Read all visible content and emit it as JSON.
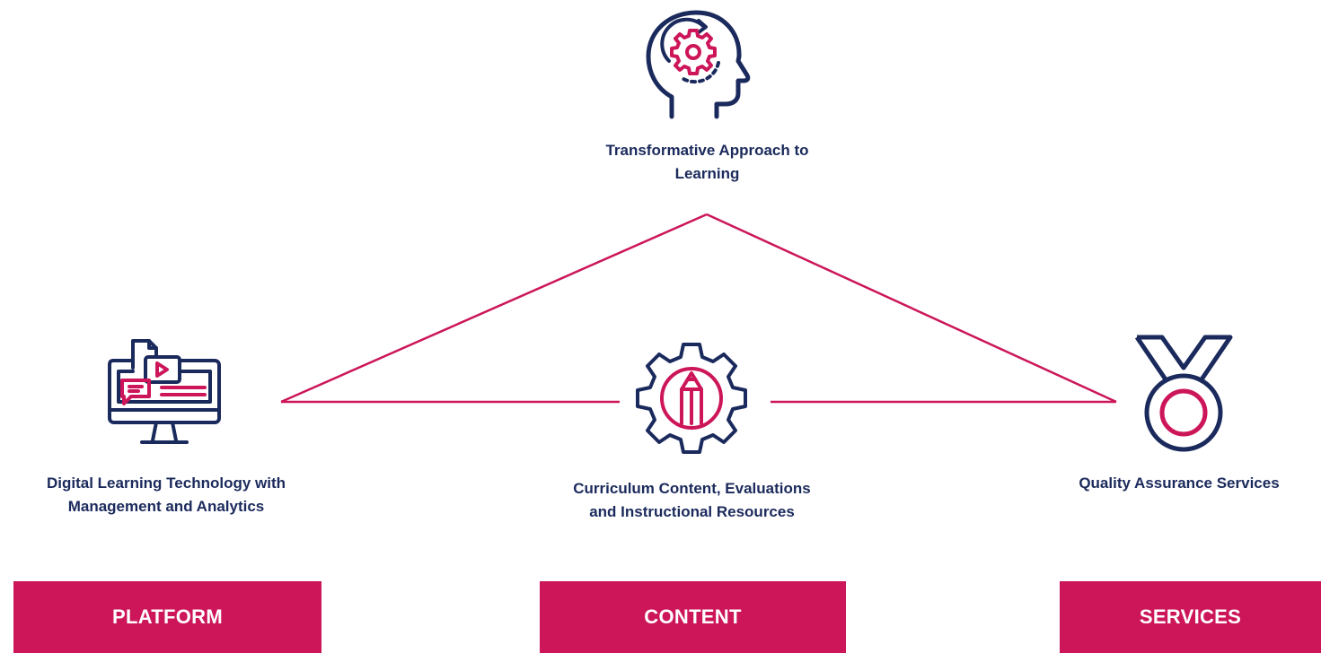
{
  "colors": {
    "navy": "#1b2a5c",
    "accent": "#cc1659",
    "background": "#ffffff"
  },
  "top": {
    "icon": "head-gear-icon",
    "label_line1": "Transformative Approach to",
    "label_line2": "Learning"
  },
  "left": {
    "icon": "computer-monitor-icon",
    "label_line1": "Digital Learning Technology with",
    "label_line2": "Management and Analytics",
    "pillar": "PLATFORM"
  },
  "center": {
    "icon": "gear-pencil-icon",
    "label_line1": "Curriculum Content, Evaluations",
    "label_line2": "and Instructional Resources",
    "pillar": "CONTENT"
  },
  "right": {
    "icon": "medal-icon",
    "label_line1": "Quality Assurance Services",
    "pillar": "SERVICES"
  }
}
